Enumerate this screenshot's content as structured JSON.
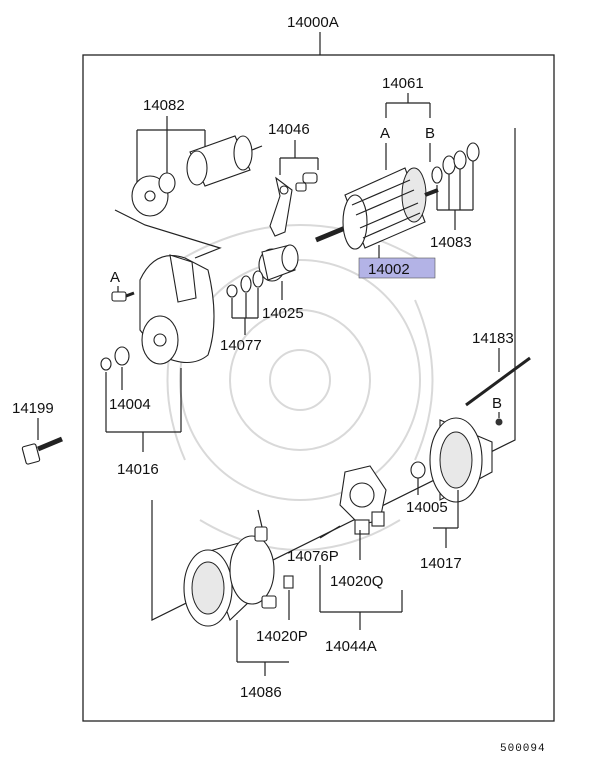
{
  "labels": {
    "assembly": "14000A",
    "armature_kit": "14061",
    "option_a": "A",
    "option_b": "B",
    "solenoid": "14082",
    "lever_kit": "14046",
    "washers_right": "14083",
    "armature": "14002",
    "clutch": "14025",
    "stop_ring": "14077",
    "bolt_a": "A",
    "bushing_front": "14004",
    "front_bracket": "14016",
    "through_bolt_long": "14183",
    "screw_b": "B",
    "mount_bolt": "14199",
    "bushing_rear": "14005",
    "rear_bracket": "14017",
    "brush_plate": "14076P",
    "brush_q": "14020Q",
    "brush_holder_asm": "14044A",
    "brush_p": "14020P",
    "yoke": "14086"
  },
  "highlight_color": "#b3b3e6",
  "footer_code": "500094"
}
